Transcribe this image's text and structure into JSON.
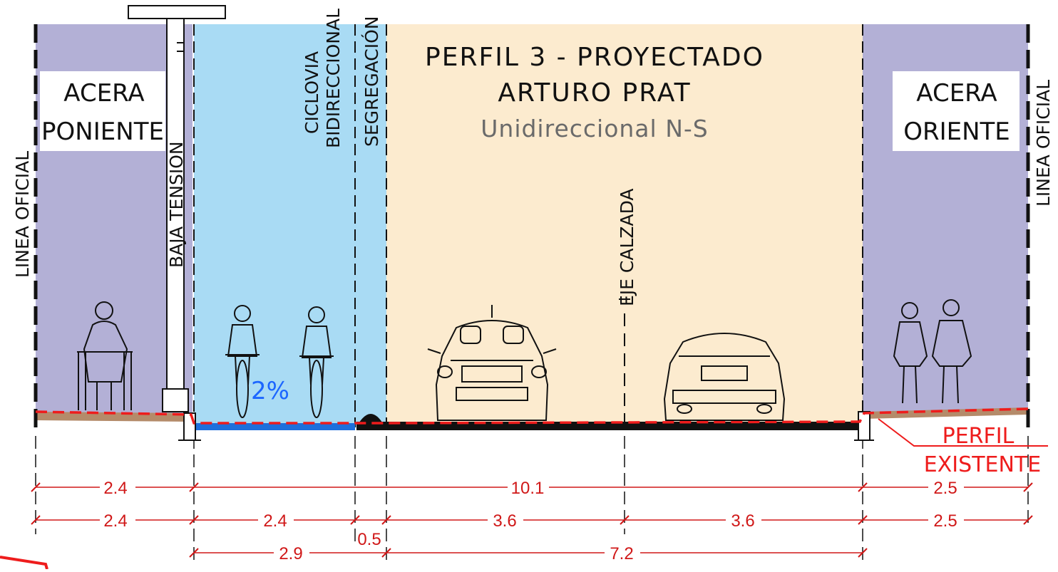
{
  "title": "PERFIL 3 - PROYECTADO",
  "street": "ARTURO PRAT",
  "direction": "Unidireccional N-S",
  "labels": {
    "acera_poniente_1": "ACERA",
    "acera_poniente_2": "PONIENTE",
    "acera_oriente_1": "ACERA",
    "acera_oriente_2": "ORIENTE",
    "linea_oficial_left": "LINEA OFICIAL",
    "linea_oficial_right": "LINEA OFICIAL",
    "baja_tension": "BAJA TENSION",
    "ciclovia_1": "CICLOVIA",
    "ciclovia_2": "BIDIRECCIONAL",
    "segregacion": "SEGREGACIÓN",
    "eje_calzada": "EJE CALZADA",
    "slope": "2%",
    "perfil_existente_1": "PERFIL",
    "perfil_existente_2": "EXISTENTE"
  },
  "dimensions": {
    "row1": [
      "2.4",
      "10.1",
      "2.5"
    ],
    "row2": [
      "2.4",
      "2.4",
      "3.6",
      "3.6",
      "2.5"
    ],
    "row3": [
      "2.9",
      "0.5",
      "7.2"
    ]
  },
  "colors": {
    "sidewalk": "#b3b0d6",
    "bikeway": "#a9dbf4",
    "roadway": "#fcebcf",
    "existing_profile": "#ee1c1c",
    "bike_surface": "#1e6fdc",
    "dimension_lines": "#d01818"
  }
}
